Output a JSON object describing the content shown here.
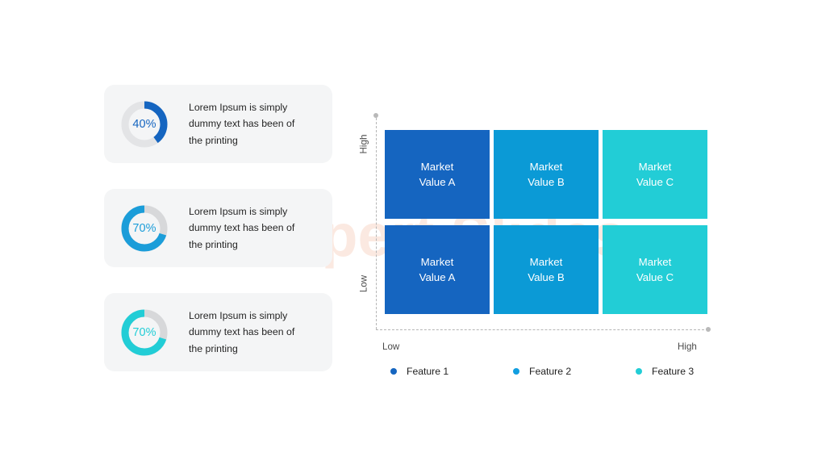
{
  "chart_data": {
    "type": "table",
    "title": "",
    "xlabel": "",
    "ylabel": "",
    "axis": {
      "y_top_label": "High",
      "y_bottom_label": "Low",
      "x_left_label": "Low",
      "x_right_label": "High",
      "grid": false,
      "style": "dashed"
    },
    "rows": [
      "High",
      "Low"
    ],
    "categories": [
      "Feature 1",
      "Feature 2",
      "Feature 3"
    ],
    "cells": [
      [
        {
          "line1": "Market",
          "line2": "Value A",
          "color": "#1565c0"
        },
        {
          "line1": "Market",
          "line2": "Value B",
          "color": "#0b9ad6"
        },
        {
          "line1": "Market",
          "line2": "Value C",
          "color": "#22cdd6"
        }
      ],
      [
        {
          "line1": "Market",
          "line2": "Value A",
          "color": "#1565c0"
        },
        {
          "line1": "Market",
          "line2": "Value B",
          "color": "#0b9ad6"
        },
        {
          "line1": "Market",
          "line2": "Value C",
          "color": "#22cdd6"
        }
      ]
    ],
    "legend": {
      "position": "bottom",
      "entries": [
        {
          "label": "Feature 1",
          "color": "#1565c0"
        },
        {
          "label": "Feature 2",
          "color": "#0b9ad6"
        },
        {
          "label": "Feature 3",
          "color": "#22cdd6"
        }
      ]
    },
    "donuts": [
      {
        "value": 40,
        "value_label": "40%",
        "color": "#1565c0",
        "track_color": "#e3e4e6"
      },
      {
        "value": 70,
        "value_label": "70%",
        "color": "#1b9dd9",
        "track_color": "#d7d8da"
      },
      {
        "value": 70,
        "value_label": "70%",
        "color": "#22cdd6",
        "track_color": "#d7d8da"
      }
    ]
  },
  "cards": [
    {
      "percent_label": "40%",
      "text_line1": "Lorem Ipsum is simply",
      "text_line2": "dummy text has been of",
      "text_line3": "the printing"
    },
    {
      "percent_label": "70%",
      "text_line1": "Lorem Ipsum is simply",
      "text_line2": "dummy text has been of",
      "text_line3": "the printing"
    },
    {
      "percent_label": "70%",
      "text_line1": "Lorem Ipsum is simply",
      "text_line2": "dummy text has been of",
      "text_line3": "the printing"
    }
  ],
  "matrix": {
    "y_axis_high": "High",
    "y_axis_low": "Low",
    "x_axis_low": "Low",
    "x_axis_high": "High",
    "cells": [
      {
        "line1": "Market",
        "line2": "Value A"
      },
      {
        "line1": "Market",
        "line2": "Value B"
      },
      {
        "line1": "Market",
        "line2": "Value C"
      },
      {
        "line1": "Market",
        "line2": "Value A"
      },
      {
        "line1": "Market",
        "line2": "Value B"
      },
      {
        "line1": "Market",
        "line2": "Value C"
      }
    ]
  },
  "legend": {
    "items": [
      {
        "label": "Feature 1"
      },
      {
        "label": "Feature 2"
      },
      {
        "label": "Feature 3"
      }
    ]
  },
  "watermark": {
    "text": "expert Slides"
  },
  "colors": {
    "blue_dark": "#1565c0",
    "blue_mid": "#0b9ad6",
    "cyan": "#22cdd6",
    "card_bg": "#f4f5f6",
    "track": "#e1e2e4",
    "axis": "#b6b6b6",
    "watermark": "#f6cdbb"
  }
}
